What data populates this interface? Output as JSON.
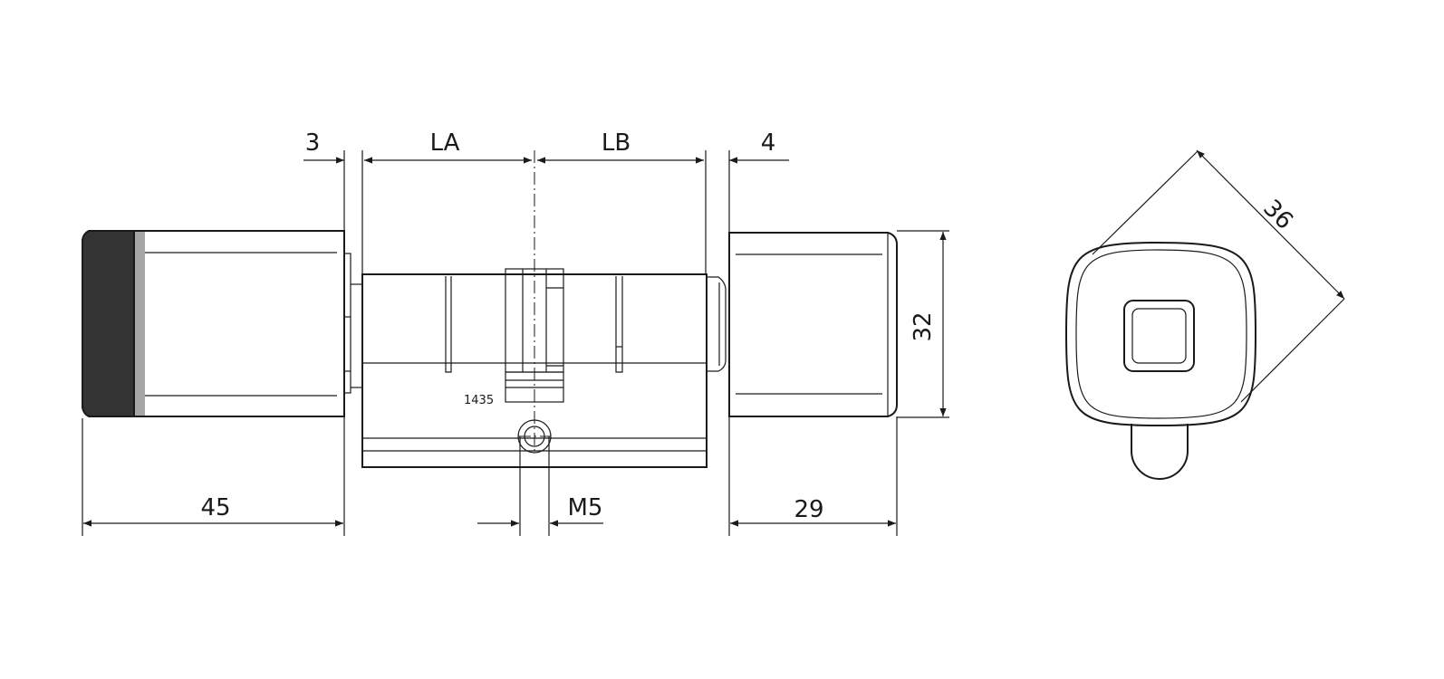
{
  "dimensions": {
    "gap_left": "3",
    "length_a": "LA",
    "length_b": "LB",
    "gap_right": "4",
    "knob_left_length": "45",
    "knob_right_length": "29",
    "thread": "M5",
    "knob_diameter": "32",
    "front_width": "36"
  },
  "marking": "1435",
  "colors": {
    "line": "#1a1a1a",
    "knob_band_dark": "#333333",
    "knob_band_light": "#a6a6a6"
  }
}
